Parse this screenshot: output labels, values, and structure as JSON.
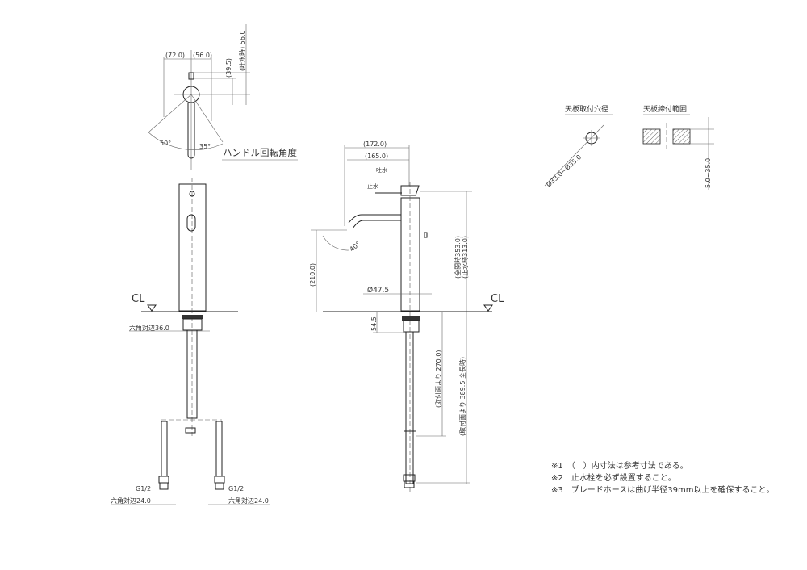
{
  "top_view": {
    "dim_left": "(72.0)",
    "dim_right": "(56.0)",
    "dim_v1": "(39.5)",
    "dim_v2": "(吐水時) 56.0",
    "angle_left": "50°",
    "angle_right": "35°",
    "caption": "ハンドル回転角度"
  },
  "front_view": {
    "cl": "CL",
    "hex_main": "六角対辺36.0",
    "thread_left": "G1/2",
    "thread_right": "G1/2",
    "hex_left": "六角対辺24.0",
    "hex_right": "六角対辺24.0"
  },
  "side_view": {
    "dim_172": "(172.0)",
    "dim_165": "(165.0)",
    "spout_label": "吐水",
    "stop_label": "止水",
    "dim_210": "(210.0)",
    "dim_total": "(全開時353.0)",
    "dim_stop": "(止水時313.0)",
    "dia": "Ø47.5",
    "cl": "CL",
    "dim_545": "54.5",
    "dim_270": "(取付面より 270.0)",
    "dim_3895": "(取付面より 389.5 全長時)"
  },
  "details": {
    "hole_title": "天板取付穴径",
    "hole_dim": "Ø33.0~Ø35.0",
    "clamp_title": "天板締付範囲",
    "clamp_dim": "5.0~35.0"
  },
  "notes": [
    "※1　（　）内寸法は参考寸法である。",
    "※2　止水栓を必ず設置すること。",
    "※3　ブレードホースは曲げ半径39mm以上を確保すること。"
  ]
}
